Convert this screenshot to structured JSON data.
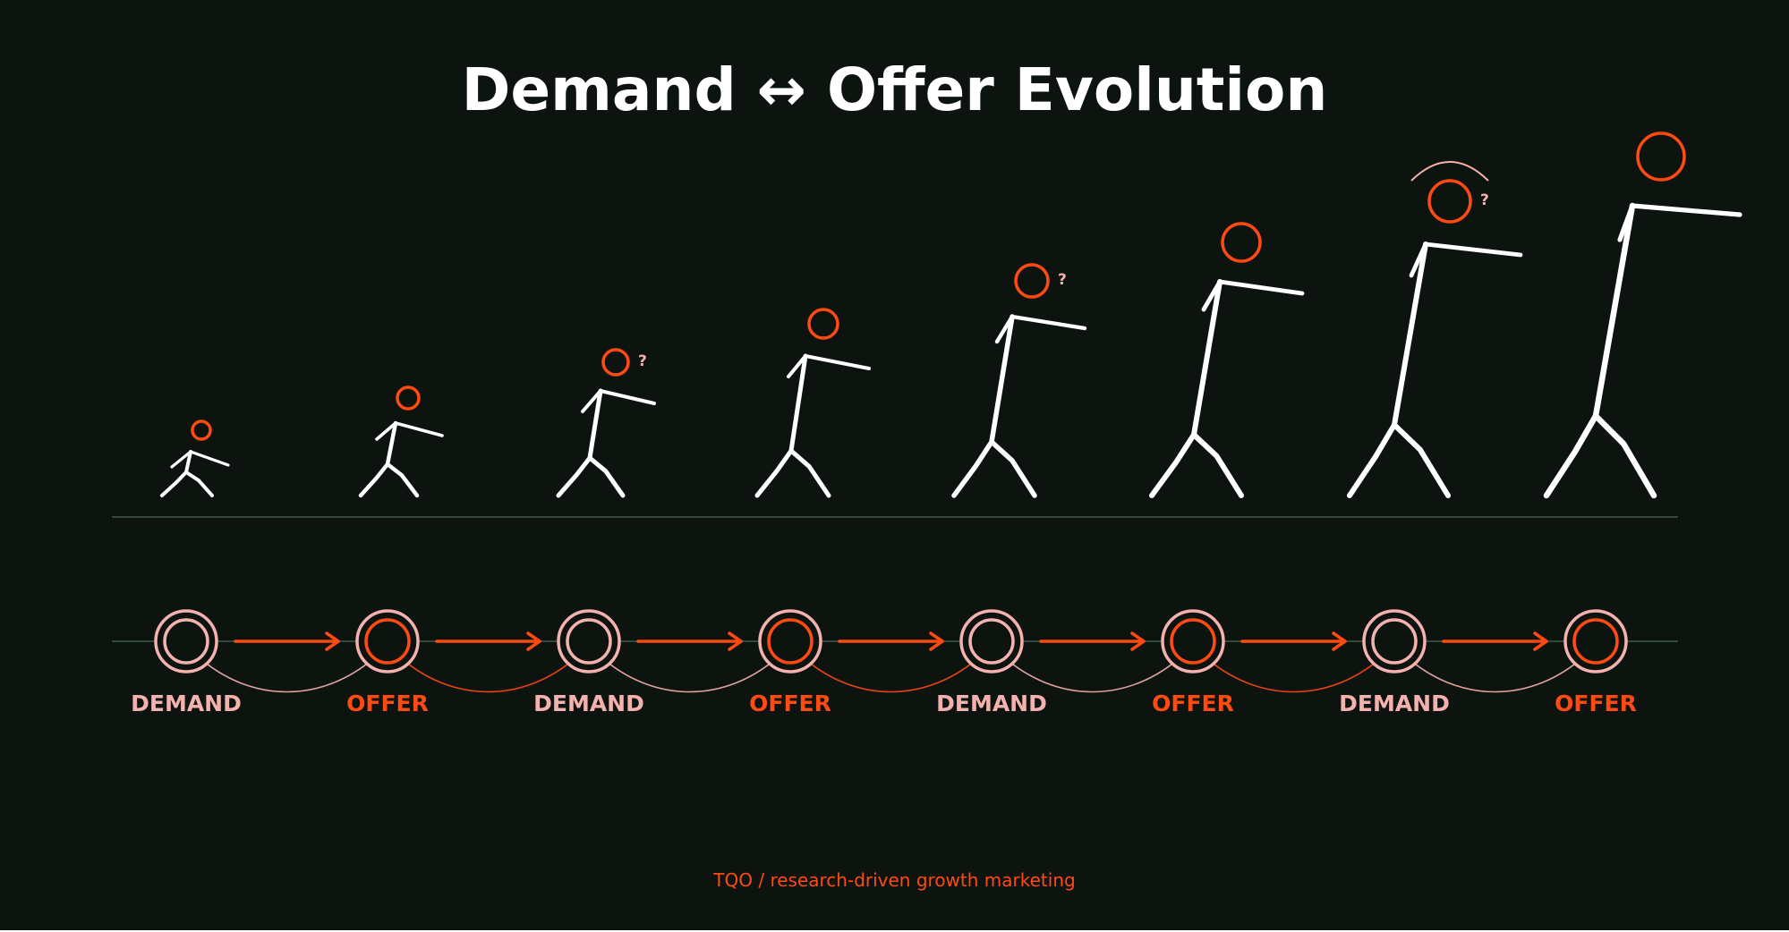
{
  "title": "Demand ↔ Offer Evolution",
  "footer": "TQO / research-driven growth marketing",
  "colors": {
    "background": "#0d1410",
    "figure": "#ffffff",
    "accent": "#ff4a12",
    "demand": "#f4b2ae",
    "timeline": "#2f4a38",
    "ground": "#41584a"
  },
  "stages": [
    {
      "label": "DEMAND",
      "type": "demand",
      "question": ""
    },
    {
      "label": "OFFER",
      "type": "offer",
      "question": ""
    },
    {
      "label": "DEMAND",
      "type": "demand",
      "question": "?"
    },
    {
      "label": "OFFER",
      "type": "offer",
      "question": ""
    },
    {
      "label": "DEMAND",
      "type": "demand",
      "question": "?"
    },
    {
      "label": "OFFER",
      "type": "offer",
      "question": ""
    },
    {
      "label": "DEMAND",
      "type": "demand",
      "question": "?"
    },
    {
      "label": "OFFER",
      "type": "offer",
      "question": ""
    }
  ]
}
